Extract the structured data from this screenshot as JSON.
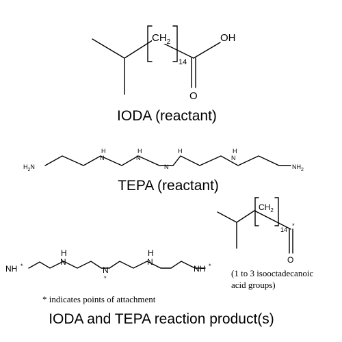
{
  "iodaCaption": "IODA (reactant)",
  "tepaCaption": "TEPA (reactant)",
  "productCaption": "IODA and TEPA reaction product(s)",
  "attachmentNote": "* indicates points of attachment",
  "groupsNote": {
    "line1": "(1 to 3 isooctadecanoic",
    "line2": "acid groups)"
  },
  "labels": {
    "ch2": "CH",
    "ch2sub": "2",
    "repeat": "14",
    "oh": "OH",
    "o": "O",
    "n": "N",
    "h": "H",
    "h2n": "H",
    "h2nsub": "2",
    "h2nN": "N",
    "nh2N": "NH",
    "nh2sub": "2",
    "nh": "NH",
    "star": "*"
  }
}
